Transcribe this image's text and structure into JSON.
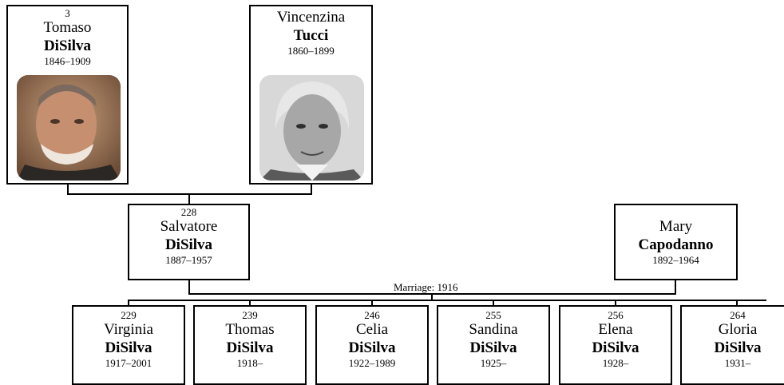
{
  "parents": [
    {
      "id": "3",
      "given": "Tomaso",
      "surname": "DiSilva",
      "dates": "1846–1909",
      "photo": "portrait-man"
    },
    {
      "id": "",
      "given": "Vincenzina",
      "surname": "Tucci",
      "dates": "1860–1899",
      "photo": "portrait-woman"
    }
  ],
  "couple": [
    {
      "id": "228",
      "given": "Salvatore",
      "surname": "DiSilva",
      "dates": "1887–1957"
    },
    {
      "id": "",
      "given": "Mary",
      "surname": "Capodanno",
      "dates": "1892–1964"
    }
  ],
  "marriage": "Marriage: 1916",
  "children": [
    {
      "id": "229",
      "given": "Virginia",
      "surname": "DiSilva",
      "dates": "1917–2001"
    },
    {
      "id": "239",
      "given": "Thomas",
      "surname": "DiSilva",
      "dates": "1918–"
    },
    {
      "id": "246",
      "given": "Celia",
      "surname": "DiSilva",
      "dates": "1922–1989"
    },
    {
      "id": "255",
      "given": "Sandina",
      "surname": "DiSilva",
      "dates": "1925–"
    },
    {
      "id": "256",
      "given": "Elena",
      "surname": "DiSilva",
      "dates": "1928–"
    },
    {
      "id": "264",
      "given": "Gloria",
      "surname": "DiSilva",
      "dates": "1931–"
    }
  ]
}
